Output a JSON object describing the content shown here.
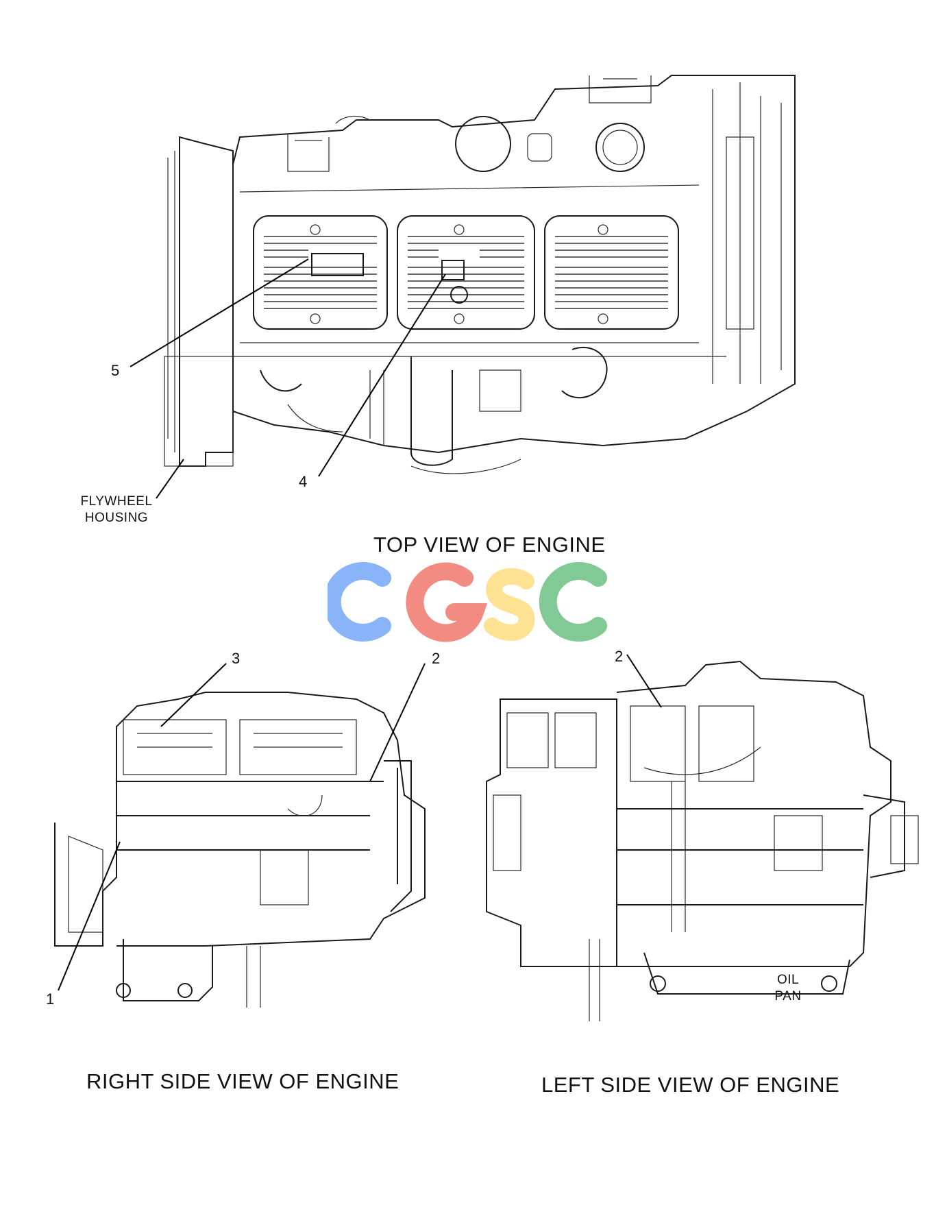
{
  "views": {
    "top": {
      "title": "TOP VIEW OF ENGINE"
    },
    "right": {
      "title": "RIGHT SIDE VIEW OF ENGINE"
    },
    "left": {
      "title": "LEFT SIDE VIEW OF ENGINE"
    }
  },
  "labels": {
    "flywheel_housing": {
      "line1": "FLYWHEEL",
      "line2": "HOUSING"
    },
    "oil_pan": {
      "line1": "OIL",
      "line2": "PAN"
    }
  },
  "callouts": {
    "c1": "1",
    "c2_right": "2",
    "c2_left": "2",
    "c3": "3",
    "c4": "4",
    "c5": "5"
  },
  "watermark": {
    "text": "CGSC",
    "letters": [
      {
        "char": "C",
        "color": "#8ab4f8"
      },
      {
        "char": "G",
        "color": "#f28b82"
      },
      {
        "char": "S",
        "color": "#fde293"
      },
      {
        "char": "C",
        "color": "#81c995"
      }
    ]
  }
}
